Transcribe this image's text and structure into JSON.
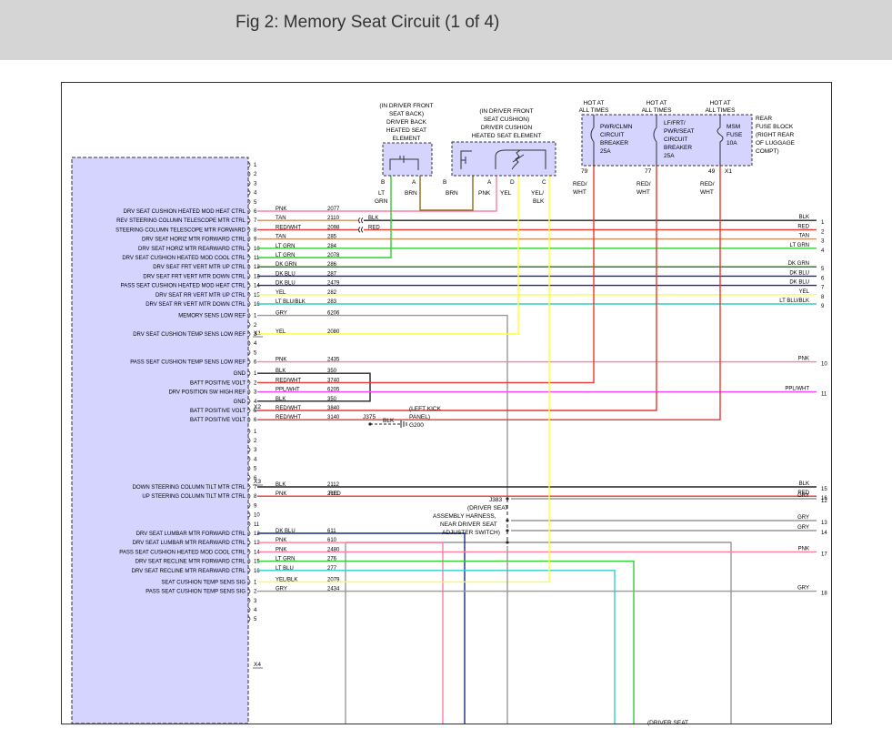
{
  "page": {
    "title": "Fig 2: Memory Seat Circuit (1 of 4)"
  },
  "connectors": [
    "X1",
    "X2",
    "X3",
    "X4"
  ],
  "components": {
    "back_element": {
      "label": [
        "(IN DRIVER FRONT",
        "SEAT BACK)",
        "DRIVER BACK",
        "HEATED SEAT",
        "ELEMENT"
      ],
      "pins": [
        "B",
        "A"
      ],
      "wires": [
        "LT",
        "GRN",
        "BRN"
      ]
    },
    "cushion_element": {
      "label": [
        "(IN DRIVER FRONT",
        "SEAT CUSHION)",
        "DRIVER CUSHION",
        "HEATED SEAT ELEMENT"
      ],
      "pins": [
        "B",
        "A",
        "D",
        "C"
      ],
      "wires": [
        "BRN",
        "PNK",
        "YEL",
        "YEL/",
        "BLK"
      ]
    },
    "fuse_block": {
      "label": [
        "REAR",
        "FUSE BLOCK",
        "(RIGHT REAR",
        "OF LUGGAGE",
        "COMPT)"
      ],
      "hot": [
        "HOT AT",
        "ALL TIMES"
      ],
      "fuses": [
        {
          "lines": [
            "PWR/CLMN",
            "CIRCUIT",
            "BREAKER",
            "25A"
          ],
          "pin": "79",
          "wire": [
            "RED/",
            "WHT"
          ]
        },
        {
          "lines": [
            "LF/FRT/",
            "PWR/SEAT",
            "CIRCUIT",
            "BREAKER",
            "25A"
          ],
          "pin": "77",
          "wire": [
            "RED/",
            "WHT"
          ]
        },
        {
          "lines": [
            "MSM",
            "FUSE",
            "10A"
          ],
          "pin": "49",
          "wire": [
            "RED/",
            "WHT"
          ]
        }
      ],
      "connector": "X1"
    },
    "ground": {
      "splice": "J375",
      "wire": "BLK",
      "label": [
        "(LEFT KICK",
        "PANEL)"
      ],
      "ground_id": "G200"
    },
    "harness": {
      "splice": "J383",
      "label": [
        "(DRIVER SEAT",
        "ASSEMBLY HARNESS,",
        "NEAR DRIVER SEAT",
        "ADJUSTER SWITCH)"
      ]
    },
    "bottom": {
      "label": "(DRIVER SEAT"
    }
  },
  "module_pins": [
    {
      "pin": "1",
      "label": "",
      "color": "",
      "circuit": ""
    },
    {
      "pin": "2",
      "label": "",
      "color": "",
      "circuit": ""
    },
    {
      "pin": "3",
      "label": "",
      "color": "",
      "circuit": ""
    },
    {
      "pin": "4",
      "label": "",
      "color": "",
      "circuit": ""
    },
    {
      "pin": "5",
      "label": "",
      "color": "",
      "circuit": ""
    },
    {
      "pin": "6",
      "label": "DRV SEAT CUSHION HEATED MOD HEAT CTRL",
      "color": "PNK",
      "circuit": "2077"
    },
    {
      "pin": "7",
      "label": "REV STEERING COLUMN TELESCOPE MTR CTRL",
      "color": "TAN",
      "circuit": "2110"
    },
    {
      "pin": "8",
      "label": "STEERING COLUMN TELESCOPE MTR FORWARD",
      "color": "RED/WHT",
      "circuit": "2098"
    },
    {
      "pin": "9",
      "label": "DRV SEAT HORIZ MTR FORWARD CTRL",
      "color": "TAN",
      "circuit": "285"
    },
    {
      "pin": "10",
      "label": "DRV SEAT HORIZ MTR REARWARD CTRL",
      "color": "LT GRN",
      "circuit": "284"
    },
    {
      "pin": "11",
      "label": "DRV SEAT CUSHION HEATED MOD COOL CTRL",
      "color": "LT GRN",
      "circuit": "2078"
    },
    {
      "pin": "12",
      "label": "DRV SEAT FRT VERT MTR UP CTRL",
      "color": "DK GRN",
      "circuit": "286"
    },
    {
      "pin": "13",
      "label": "DRV SEAT FRT VERT MTR DOWN CTRL",
      "color": "DK BLU",
      "circuit": "287"
    },
    {
      "pin": "14",
      "label": "PASS SEAT CUSHION HEATED MOD HEAT CTRL",
      "color": "DK BLU",
      "circuit": "2479"
    },
    {
      "pin": "15",
      "label": "DRV SEAT RR VERT MTR UP CTRL",
      "color": "YEL",
      "circuit": "282"
    },
    {
      "pin": "16",
      "label": "DRV SEAT RR VERT MTR DOWN CTRL",
      "color": "LT BLU/BLK",
      "circuit": "283"
    },
    {
      "pin": "1",
      "label": "MEMORY SENS LOW REF",
      "color": "GRY",
      "circuit": "6206"
    },
    {
      "pin": "2",
      "label": "",
      "color": "",
      "circuit": ""
    },
    {
      "pin": "3",
      "label": "DRV SEAT CUSHION TEMP SENS LOW REF",
      "color": "YEL",
      "circuit": "2080"
    },
    {
      "pin": "4",
      "label": "",
      "color": "",
      "circuit": ""
    },
    {
      "pin": "5",
      "label": "",
      "color": "",
      "circuit": ""
    },
    {
      "pin": "6",
      "label": "PASS SEAT CUSHION TEMP SENS LOW REF",
      "color": "PNK",
      "circuit": "2435"
    },
    {
      "pin": "1",
      "label": "GND",
      "color": "BLK",
      "circuit": "350"
    },
    {
      "pin": "2",
      "label": "BATT POSITIVE VOLT",
      "color": "RED/WHT",
      "circuit": "3740"
    },
    {
      "pin": "3",
      "label": "DRV POSITION SW HIGH REF",
      "color": "PPL/WHT",
      "circuit": "6205"
    },
    {
      "pin": "4",
      "label": "GND",
      "color": "BLK",
      "circuit": "350"
    },
    {
      "pin": "5",
      "label": "BATT POSITIVE VOLT",
      "color": "RED/WHT",
      "circuit": "3840"
    },
    {
      "pin": "6",
      "label": "BATT POSITIVE VOLT",
      "color": "RED/WHT",
      "circuit": "3140"
    },
    {
      "pin": "1",
      "label": "",
      "color": "",
      "circuit": ""
    },
    {
      "pin": "2",
      "label": "",
      "color": "",
      "circuit": ""
    },
    {
      "pin": "3",
      "label": "",
      "color": "",
      "circuit": ""
    },
    {
      "pin": "4",
      "label": "",
      "color": "",
      "circuit": ""
    },
    {
      "pin": "5",
      "label": "",
      "color": "",
      "circuit": ""
    },
    {
      "pin": "6",
      "label": "",
      "color": "",
      "circuit": ""
    },
    {
      "pin": "7",
      "label": "DOWN STEERING COLUMN TILT MTR CTRL",
      "color": "BLK",
      "circuit": "2112"
    },
    {
      "pin": "8",
      "label": "UP STEERING COLUMN TILT MTR CTRL",
      "color": "PNK",
      "circuit": "2111"
    },
    {
      "pin": "9",
      "label": "",
      "color": "",
      "circuit": ""
    },
    {
      "pin": "10",
      "label": "",
      "color": "",
      "circuit": ""
    },
    {
      "pin": "11",
      "label": "",
      "color": "",
      "circuit": ""
    },
    {
      "pin": "12",
      "label": "DRV SEAT LUMBAR MTR FORWARD CTRL",
      "color": "DK BLU",
      "circuit": "611"
    },
    {
      "pin": "13",
      "label": "DRV SEAT LUMBAR MTR REARWARD CTRL",
      "color": "PNK",
      "circuit": "610"
    },
    {
      "pin": "14",
      "label": "PASS SEAT CUSHION HEATED MOD COOL CTRL",
      "color": "PNK",
      "circuit": "2480"
    },
    {
      "pin": "15",
      "label": "DRV SEAT RECLINE MTR FORWARD CTRL",
      "color": "LT GRN",
      "circuit": "276"
    },
    {
      "pin": "16",
      "label": "DRV SEAT RECLINE MTR REARWARD CTRL",
      "color": "LT BLU",
      "circuit": "277"
    },
    {
      "pin": "1",
      "label": "SEAT CUSHION TEMP SENS SIG",
      "color": "YEL/BLK",
      "circuit": "2079"
    },
    {
      "pin": "2",
      "label": "PASS SEAT CUSHION TEMP SENS SIG",
      "color": "GRY",
      "circuit": "2434"
    },
    {
      "pin": "3",
      "label": "",
      "color": "",
      "circuit": ""
    },
    {
      "pin": "4",
      "label": "",
      "color": "",
      "circuit": ""
    },
    {
      "pin": "5",
      "label": "",
      "color": "",
      "circuit": ""
    }
  ],
  "right_outputs": [
    {
      "color": "BLK",
      "num": "1"
    },
    {
      "color": "RED",
      "num": "2"
    },
    {
      "color": "TAN",
      "num": "3"
    },
    {
      "color": "LT GRN",
      "num": "4"
    },
    {
      "color": "DK GRN",
      "num": "5"
    },
    {
      "color": "DK BLU",
      "num": "6"
    },
    {
      "color": "DK BLU",
      "num": "7"
    },
    {
      "color": "YEL",
      "num": "8"
    },
    {
      "color": "LT BLU/BLK",
      "num": "9"
    },
    {
      "color": "PNK",
      "num": "10"
    },
    {
      "color": "PPL/WHT",
      "num": "11"
    },
    {
      "color": "GRY",
      "num": "12"
    },
    {
      "color": "GRY",
      "num": "13"
    },
    {
      "color": "GRY",
      "num": "14"
    },
    {
      "color": "BLK",
      "num": "15"
    },
    {
      "color": "RED",
      "num": "16"
    },
    {
      "color": "PNK",
      "num": "17"
    },
    {
      "color": "GRY",
      "num": "18"
    }
  ],
  "inline_labels": {
    "blk_7": "BLK",
    "red_8": "RED",
    "red_p8": "RED"
  },
  "wire_colors": {
    "PNK": "#ff7fa0",
    "TAN": "#d08e5e",
    "RED": "#e8382f",
    "LTGRN": "#33cc33",
    "DKGRN": "#1a7a1a",
    "DKBLU": "#1a2a8a",
    "YEL": "#ffff33",
    "LTBLU": "#33cccc",
    "GRY": "#999999",
    "PPL": "#ff44ff",
    "BLK": "#222222",
    "BRN": "#8a6d1d",
    "MODULE": "#d4d4ff"
  }
}
